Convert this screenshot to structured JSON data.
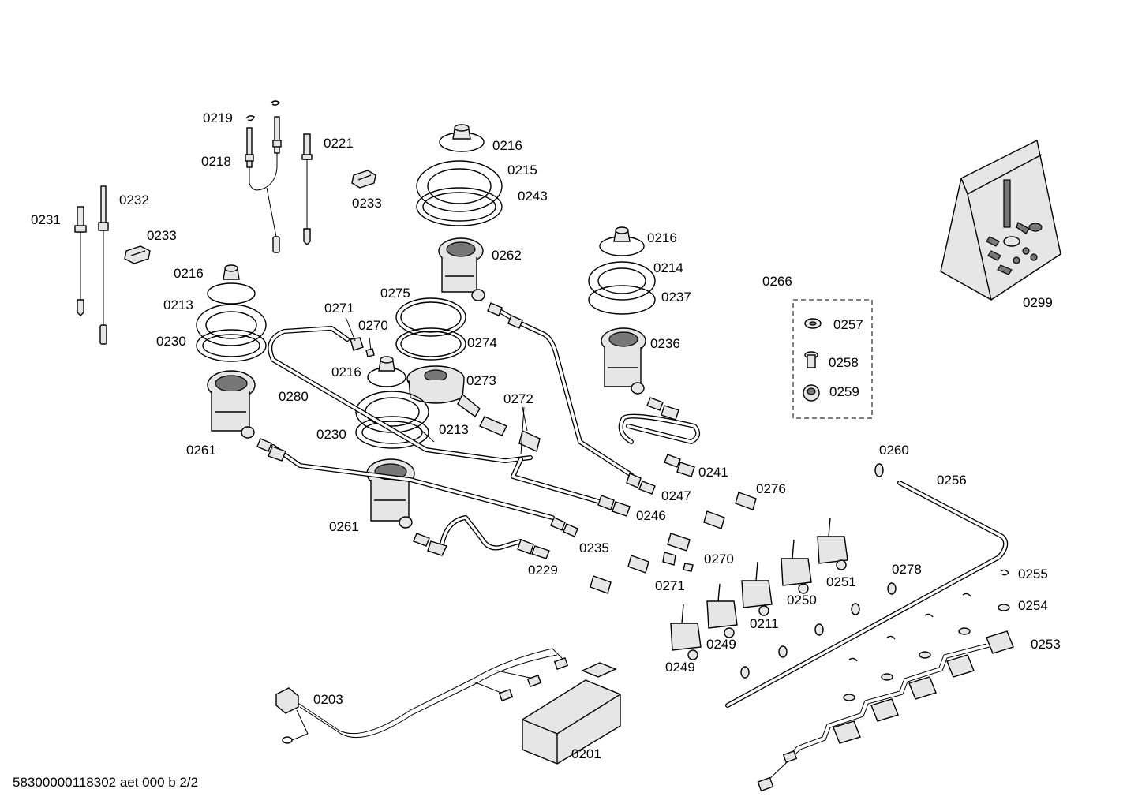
{
  "footer": "58300000118302 aet 000 b 2/2",
  "labels": {
    "l0219": "0219",
    "l0218": "0218",
    "l0221": "0221",
    "l0231": "0231",
    "l0232": "0232",
    "l0233a": "0233",
    "l0233b": "0233",
    "l0216a": "0216",
    "l0215": "0215",
    "l0243": "0243",
    "l0262": "0262",
    "l0216b": "0216",
    "l0214": "0214",
    "l0237": "0237",
    "l0236": "0236",
    "l0216c": "0216",
    "l0213a": "0213",
    "l0230a": "0230",
    "l0261a": "0261",
    "l0271a": "0271",
    "l0270a": "0270",
    "l0275": "0275",
    "l0274": "0274",
    "l0216d": "0216",
    "l0273": "0273",
    "l0280": "0280",
    "l0230b": "0230",
    "l0213b": "0213",
    "l0272": "0272",
    "l0261b": "0261",
    "l0241": "0241",
    "l0247": "0247",
    "l0246": "0246",
    "l0235": "0235",
    "l0229": "0229",
    "l0276": "0276",
    "l0270b": "0270",
    "l0271b": "0271",
    "l0266": "0266",
    "l0257": "0257",
    "l0258": "0258",
    "l0259": "0259",
    "l0299": "0299",
    "l0260": "0260",
    "l0256": "0256",
    "l0278": "0278",
    "l0251": "0251",
    "l0250": "0250",
    "l0211": "0211",
    "l0249a": "0249",
    "l0249b": "0249",
    "l0255": "0255",
    "l0254": "0254",
    "l0253": "0253",
    "l0203": "0203",
    "l0201": "0201"
  }
}
